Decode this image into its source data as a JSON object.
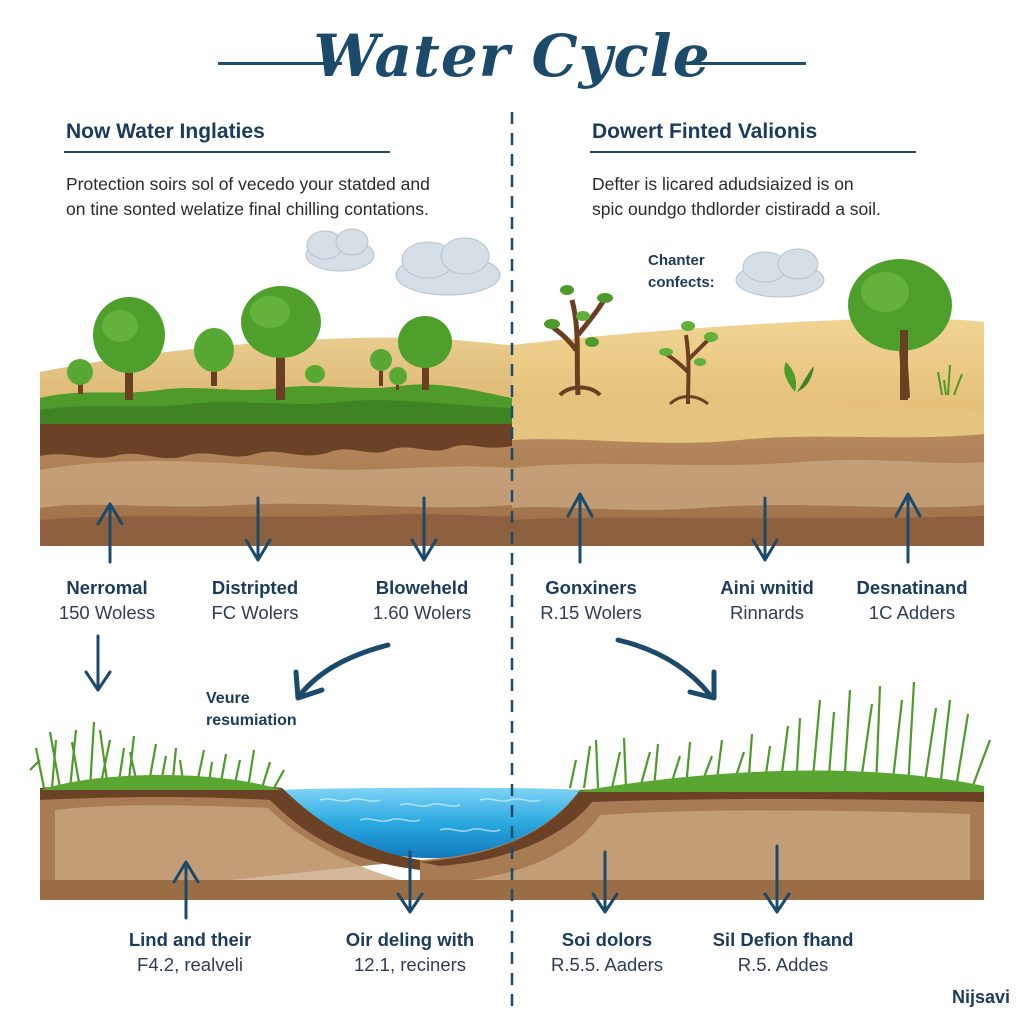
{
  "title": "Water Cycle",
  "left_panel": {
    "heading": "Now Water Inglaties",
    "description_line1": "Protection soirs sol of vecedo your statded and",
    "description_line2": "on tine sonted welatize final chilling contations.",
    "stats": [
      {
        "title": "Nerromal",
        "value": "150 Woless"
      },
      {
        "title": "Distripted",
        "value": "FC Wolers"
      },
      {
        "title": "Bloweheld",
        "value": "1.60 Wolers"
      }
    ],
    "resumption_label_line1": "Veure",
    "resumption_label_line2": "resumiation",
    "bottom_stats": [
      {
        "title": "Lind and their",
        "value": "F4.2, realveli"
      },
      {
        "title": "Oir deling with",
        "value": "12.1, reciners"
      }
    ]
  },
  "right_panel": {
    "heading": "Dowert Finted Valionis",
    "description_line1": "Defter is licared adudsiaized is on",
    "description_line2": "spic oundgo thdlorder cistiradd a soil.",
    "cloud_label_line1": "Chanter",
    "cloud_label_line2": "confects:",
    "stats": [
      {
        "title": "Gonxiners",
        "value": "R.15 Wolers"
      },
      {
        "title": "Aini wnitid",
        "value": "Rinnards"
      },
      {
        "title": "Desnatinand",
        "value": "1C Adders"
      }
    ],
    "bottom_stats": [
      {
        "title": "Soi dolors",
        "value": "R.5.5. Aaders"
      },
      {
        "title": "Sil Defion fhand",
        "value": "R.5. Addes"
      }
    ]
  },
  "brand": "Nijsavi",
  "colors": {
    "navy": "#1b4a6b",
    "topsoil_dark": "#6b4225",
    "soil_mid": "#a77c55",
    "soil_light": "#c9a57e",
    "sand": "#e6c47f",
    "grass": "#4e9a2a",
    "water": "#2aa9e0"
  }
}
